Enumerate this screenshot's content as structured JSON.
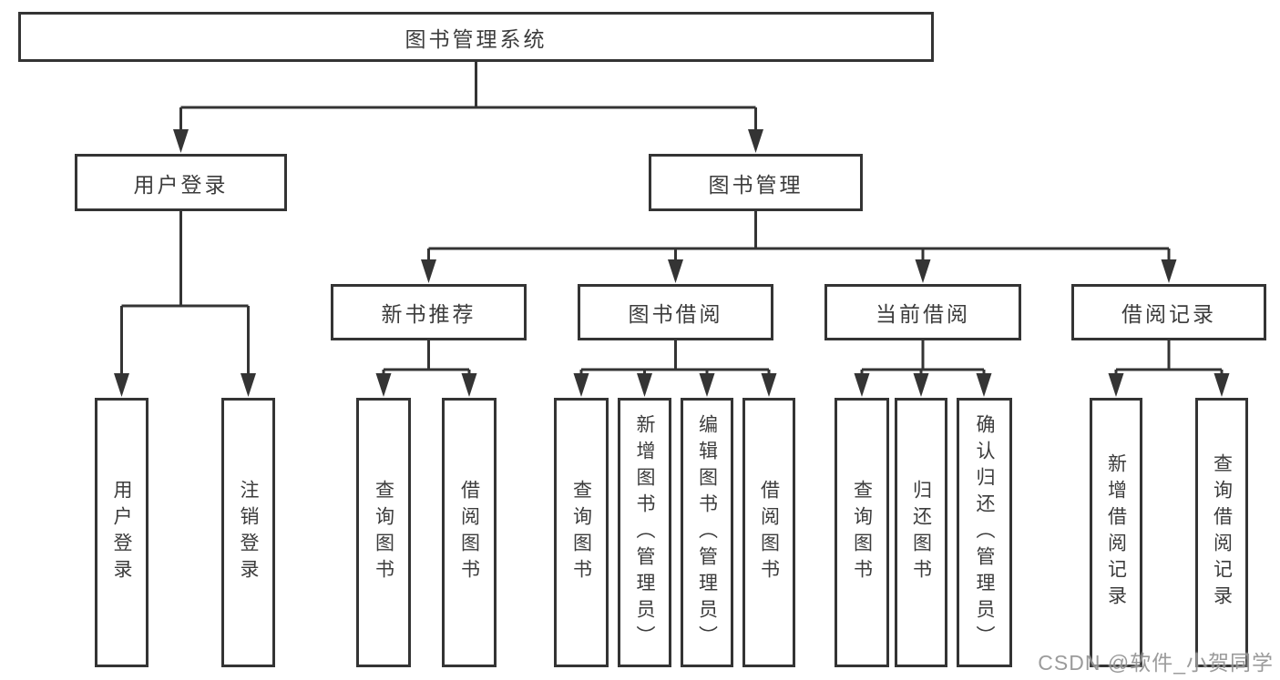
{
  "nodes": {
    "root": "图书管理系统",
    "l2": {
      "user_login": "用户登录",
      "book_mgmt": "图书管理"
    },
    "l3": {
      "new_book_rec": "新书推荐",
      "book_borrow": "图书借阅",
      "current_borrow": "当前借阅",
      "borrow_record": "借阅记录"
    },
    "leaves": {
      "user_login": "用户登录",
      "logout": "注销登录",
      "nbr_query": "查询图书",
      "nbr_borrow": "借阅图书",
      "bb_query": "查询图书",
      "bb_add": "新增图书（管理员）",
      "bb_edit": "编辑图书（管理员）",
      "bb_borrow": "借阅图书",
      "cb_query": "查询图书",
      "cb_return": "归还图书",
      "cb_confirm": "确认归还（管理员）",
      "br_add": "新增借阅记录",
      "br_query": "查询借阅记录"
    }
  },
  "watermark": "CSDN @软件_小贺同学",
  "colors": {
    "line": "#343434",
    "text": "#3c3c3c",
    "background": "#ffffff",
    "watermark": "#8a8a8a"
  }
}
